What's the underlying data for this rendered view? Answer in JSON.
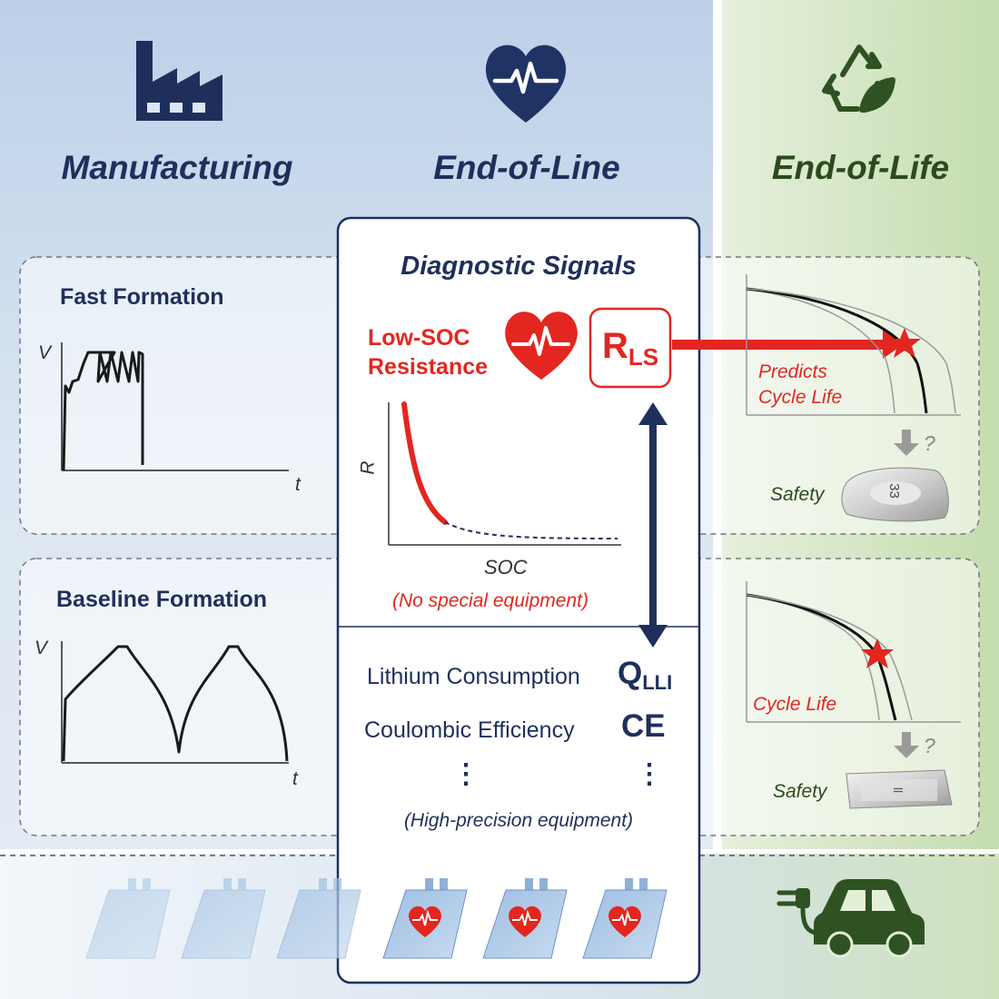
{
  "headers": {
    "manufacturing": "Manufacturing",
    "end_of_line": "End-of-Line",
    "end_of_life": "End-of-Life"
  },
  "left_panels": {
    "fast": {
      "title": "Fast Formation",
      "ylabel": "V",
      "xlabel": "t"
    },
    "baseline": {
      "title": "Baseline Formation",
      "ylabel": "V",
      "xlabel": "t"
    }
  },
  "center": {
    "title": "Diagnostic Signals",
    "low_soc_line1": "Low-SOC",
    "low_soc_line2": "Resistance",
    "rls_main": "R",
    "rls_sub": "LS",
    "plot_ylabel": "R",
    "plot_xlabel": "SOC",
    "no_special_equipment": "(No special equipment)",
    "lithium_consumption": "Lithium Consumption",
    "qlli_main": "Q",
    "qlli_sub": "LLI",
    "coulombic_efficiency": "Coulombic Efficiency",
    "ce": "CE",
    "dots_left": "⋮",
    "dots_right": "⋮",
    "high_precision": "(High-precision equipment)"
  },
  "right_panels": {
    "top": {
      "line1": "Predicts",
      "line2": "Cycle Life",
      "safety": "Safety",
      "question": "?",
      "pouch_mark": "33"
    },
    "bottom": {
      "label": "Cycle Life",
      "safety": "Safety",
      "question": "?",
      "pouch_mark": "ll"
    }
  },
  "icons": [
    "factory-icon",
    "heart-ecg-icon",
    "recycle-leaf-icon",
    "heart-ecg-red-icon",
    "electric-car-icon"
  ],
  "colors": {
    "navy": "#1f2f5c",
    "red": "#e3261f",
    "green_text": "#2c4a1e",
    "blue_bg": "#c5d6ea",
    "green_bg": "#cde2b8"
  }
}
